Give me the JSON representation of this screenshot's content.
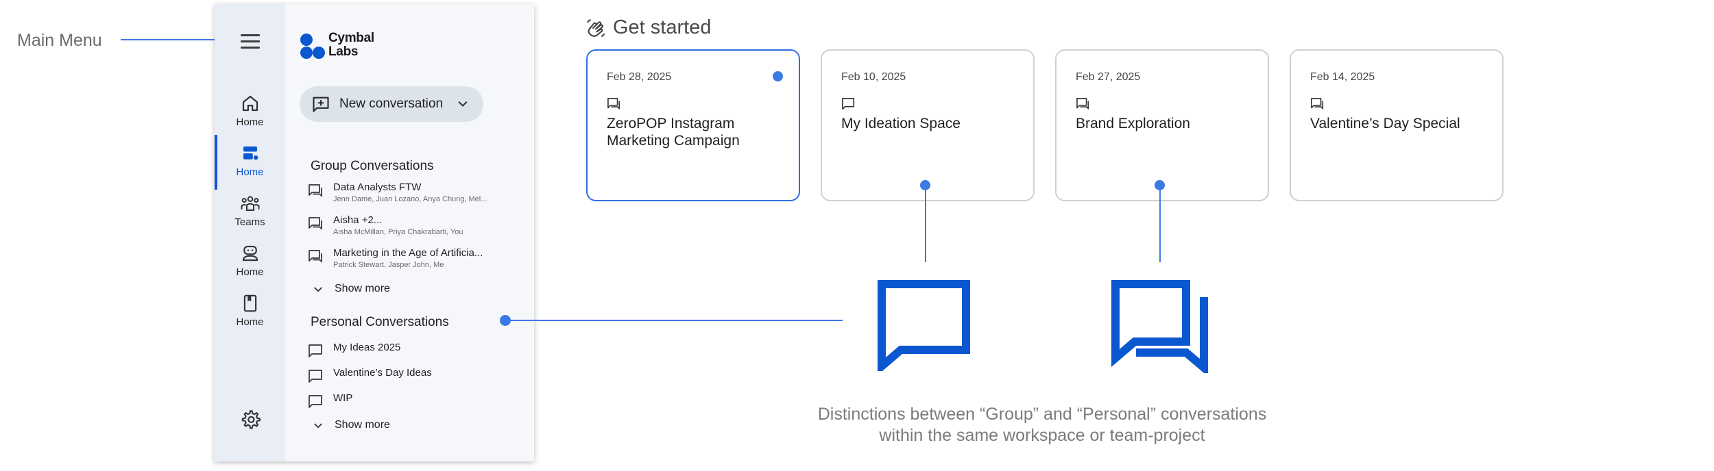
{
  "annotations": {
    "main_menu": "Main Menu",
    "caption_line1": "Distinctions between “Group” and “Personal” conversations",
    "caption_line2": "within the same workspace or team-project"
  },
  "rail": {
    "menu_icon": "hamburger-menu-icon",
    "items": [
      {
        "label": "Home",
        "icon": "home-icon",
        "active": false
      },
      {
        "label": "Home",
        "icon": "workspace-icon",
        "active": true
      },
      {
        "label": "Teams",
        "icon": "teams-icon",
        "active": false
      },
      {
        "label": "Home",
        "icon": "bot-icon",
        "active": false
      },
      {
        "label": "Home",
        "icon": "bookmark-book-icon",
        "active": false
      }
    ],
    "settings_icon": "gear-icon"
  },
  "brand": {
    "name_line1": "Cymbal",
    "name_line2": "Labs"
  },
  "new_conversation": {
    "label": "New conversation"
  },
  "group_conversations": {
    "title": "Group Conversations",
    "items": [
      {
        "title": "Data Analysts FTW",
        "members": "Jenn Dame, Juan Lozano, Anya Chung, Mel..."
      },
      {
        "title": "Aisha +2...",
        "members": "Aisha McMillan, Priya Chakrabarti, You"
      },
      {
        "title": "Marketing in the Age of Artificia...",
        "members": "Patrick Stewart, Jasper John, Me"
      }
    ],
    "show_more": "Show more"
  },
  "personal_conversations": {
    "title": "Personal Conversations",
    "items": [
      {
        "title": "My Ideas 2025"
      },
      {
        "title": "Valentine’s Day Ideas"
      },
      {
        "title": "WIP"
      }
    ],
    "show_more": "Show more"
  },
  "get_started": {
    "title": "Get started",
    "cards": [
      {
        "date": "Feb 28, 2025",
        "title": "ZeroPOP Instagram Marketing Campaign",
        "type": "group",
        "selected": true,
        "unread": true
      },
      {
        "date": "Feb 10, 2025",
        "title": "My Ideation Space",
        "type": "personal",
        "selected": false,
        "unread": false
      },
      {
        "date": "Feb 27, 2025",
        "title": "Brand Exploration",
        "type": "group",
        "selected": false,
        "unread": false
      },
      {
        "date": "Feb 14, 2025",
        "title": "Valentine’s Day Special",
        "type": "group",
        "selected": false,
        "unread": false
      }
    ]
  },
  "colors": {
    "accent": "#0b57d0",
    "annotation": "#3b7ae3",
    "big_icon": "#0b57d0"
  }
}
